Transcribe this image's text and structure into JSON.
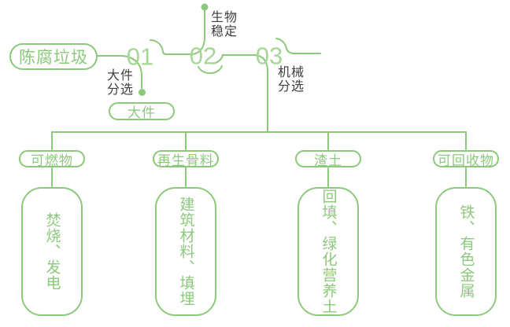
{
  "colors": {
    "line_green": "#8CC97C",
    "number_green": "#A6D796",
    "label_dark": "#3D3D3D"
  },
  "source": {
    "label": "陈腐垃圾"
  },
  "steps": [
    {
      "number": "01",
      "process_label": "大件分选",
      "output_label": "大件"
    },
    {
      "number": "02",
      "process_label": "生物稳定"
    },
    {
      "number": "03",
      "process_label": "机械分选"
    }
  ],
  "branches": [
    {
      "category": "可燃物",
      "disposal": "焚烧、发电"
    },
    {
      "category": "再生骨料",
      "disposal": "建筑材料、填埋"
    },
    {
      "category": "渣土",
      "disposal": "回填、绿化营养土"
    },
    {
      "category": "可回收物",
      "disposal": "铁、有色金属"
    }
  ]
}
